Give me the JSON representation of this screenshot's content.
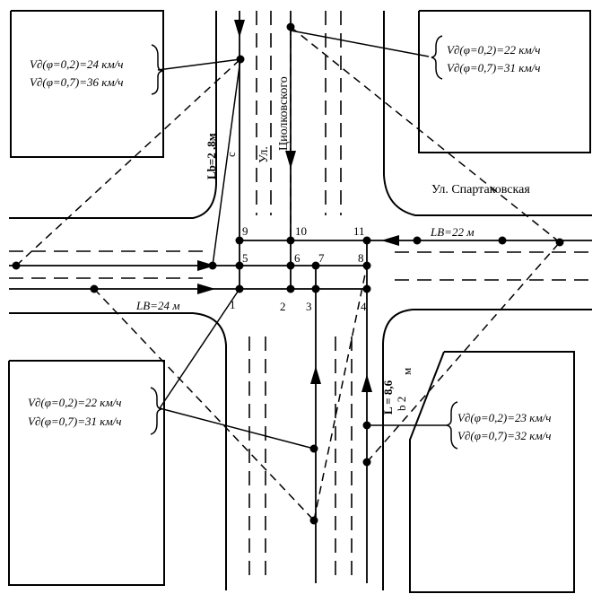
{
  "street_names": {
    "vertical_prefix": "Ул.",
    "vertical_name": "Циолковского",
    "horizontal": "Ул. Спартаковская"
  },
  "nodes": [
    "1",
    "2",
    "3",
    "4",
    "5",
    "6",
    "7",
    "8",
    "9",
    "10",
    "11"
  ],
  "speed_blocks": {
    "top_left": {
      "line1": "V∂(φ=0,2)=24  км/ч",
      "line2": "V∂(φ=0,7)=36  км/ч"
    },
    "top_right": {
      "line1": "V∂(φ=0,2)=22  км/ч",
      "line2": "V∂(φ=0,7)=31  км/ч"
    },
    "bottom_left": {
      "line1": "V∂(φ=0,2)=22  км/ч",
      "line2": "V∂(φ=0,7)=31  км/ч"
    },
    "bottom_right": {
      "line1": "V∂(φ=0,2)=23  км/ч",
      "line2": "V∂(φ=0,7)=32  км/ч"
    }
  },
  "dimensions": {
    "lb_top_label": "Lb=2 ,8м",
    "lb_top_sub": "с",
    "lb_bottom_label": "L =  8,6",
    "lb_bottom_sub": "b 2",
    "lb_bottom_unit": "м",
    "lb_right": "LB=22  м",
    "lb_left": "LB=24  м"
  }
}
